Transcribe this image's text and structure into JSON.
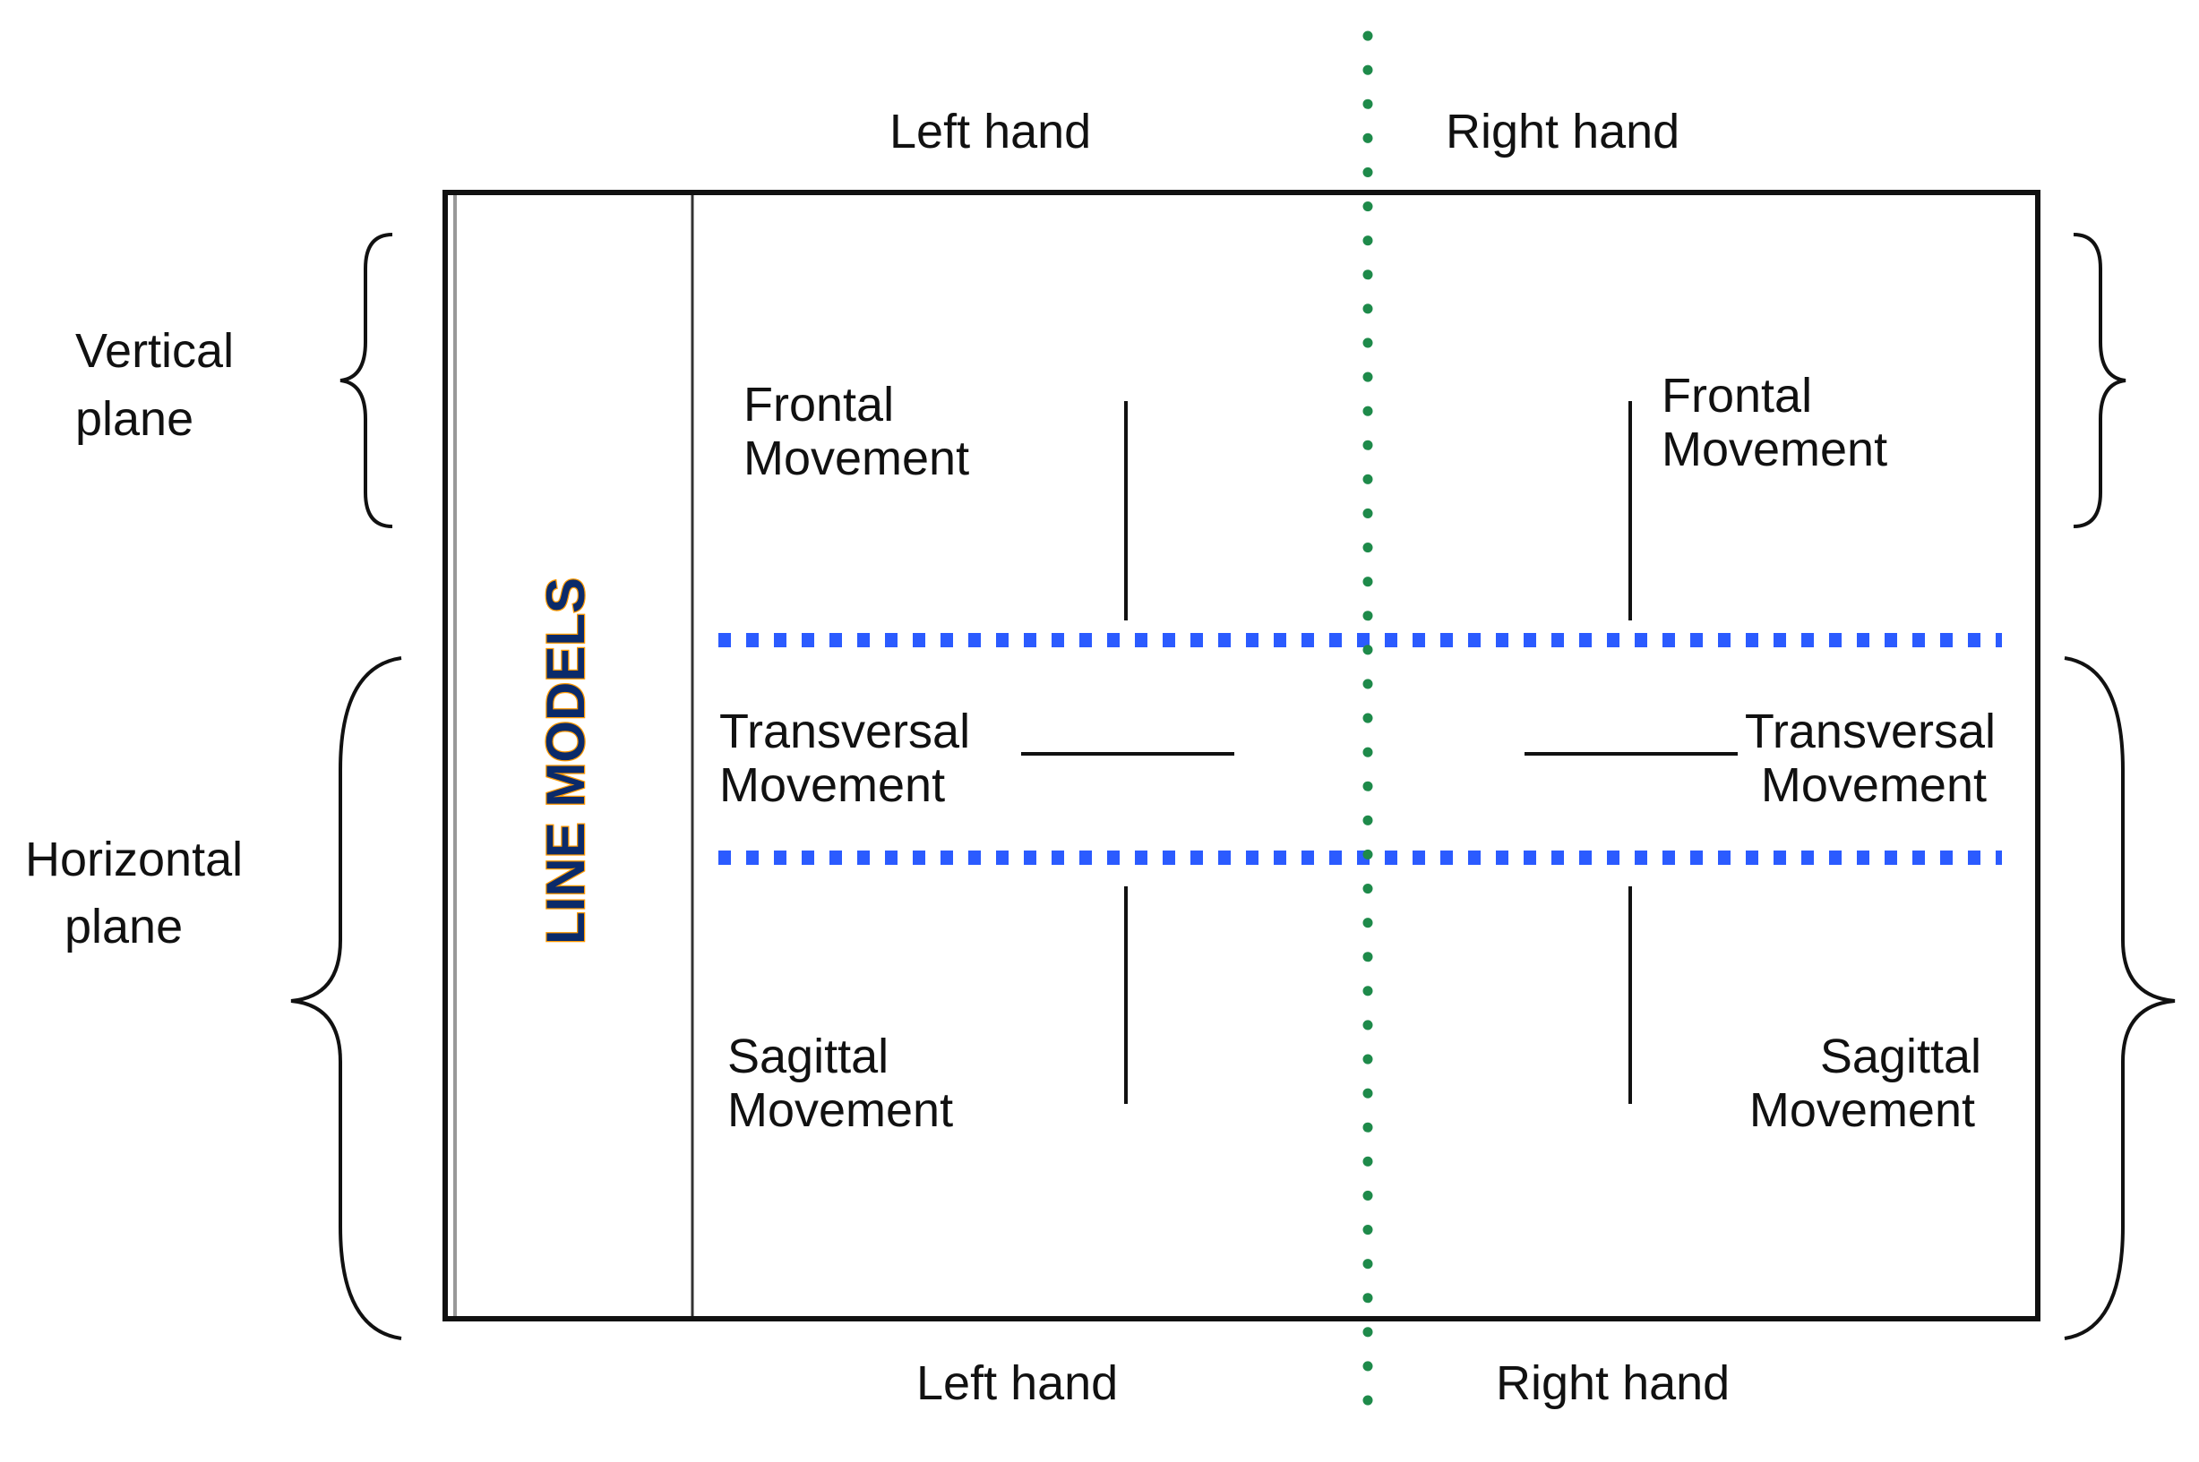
{
  "colors": {
    "frame": "#111111",
    "center_line": "#1e8a4a",
    "plane_divider": "#2b5bff",
    "title_fill": "#0a2a6a",
    "title_outline": "#ff9900",
    "text": "#111111"
  },
  "header": {
    "left_hand": "Left hand",
    "right_hand": "Right hand"
  },
  "footer": {
    "left_hand": "Left hand",
    "right_hand": "Right hand"
  },
  "side_labels": {
    "vertical_plane": {
      "line1": "Vertical",
      "line2": "plane"
    },
    "horizontal_plane": {
      "line1": "Horizontal",
      "line2": "plane"
    }
  },
  "panel_title": "LINE MODELS",
  "movements": {
    "left": {
      "frontal": {
        "line1": "Frontal",
        "line2": "Movement"
      },
      "transversal": {
        "line1": "Transversal",
        "line2": "Movement"
      },
      "sagittal": {
        "line1": "Sagittal",
        "line2": "Movement"
      }
    },
    "right": {
      "frontal": {
        "line1": "Frontal",
        "line2": "Movement"
      },
      "transversal": {
        "line1": "Transversal",
        "line2": "Movement"
      },
      "sagittal": {
        "line1": "Sagittal",
        "line2": "Movement"
      }
    }
  },
  "icons": {
    "vertical_brace": "curly-brace-icon",
    "horizontal_brace": "curly-brace-icon"
  }
}
